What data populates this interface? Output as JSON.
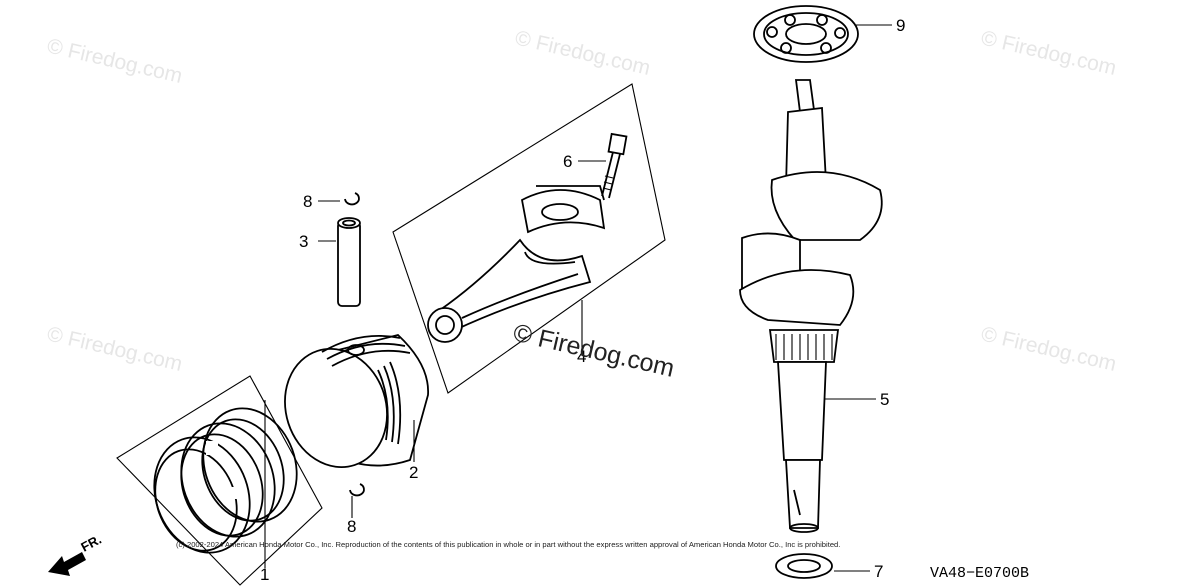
{
  "watermark": {
    "text": "© Firedog.com",
    "color": "#e6e6e6",
    "center_text": "© Firedog.com"
  },
  "callouts": [
    {
      "id": "1",
      "part": "piston-ring-set"
    },
    {
      "id": "2",
      "part": "piston"
    },
    {
      "id": "3",
      "part": "piston-pin"
    },
    {
      "id": "4",
      "part": "connecting-rod"
    },
    {
      "id": "5",
      "part": "crankshaft"
    },
    {
      "id": "6",
      "part": "connecting-rod-bolt"
    },
    {
      "id": "7",
      "part": "washer"
    },
    {
      "id": "8",
      "part": "piston-pin-clip"
    },
    {
      "id": "9",
      "part": "ball-bearing"
    }
  ],
  "direction_label": "FR.",
  "diagram_code": "VA48−E0700B",
  "copyright": "(c) 2002-2024 American Honda Motor Co., Inc. Reproduction of the contents of this publication in whole or in part without the express written approval of American Honda Motor Co., Inc is prohibited."
}
